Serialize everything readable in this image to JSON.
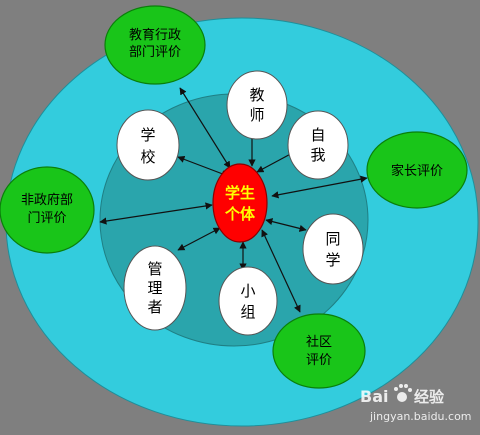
{
  "center": {
    "line1": "学生",
    "line2": "个体"
  },
  "inner_nodes": {
    "teacher": {
      "line1": "教",
      "line2": "师"
    },
    "self": {
      "line1": "自",
      "line2": "我"
    },
    "school": {
      "line1": "学",
      "line2": "校"
    },
    "peers": {
      "line1": "同",
      "line2": "学"
    },
    "group": {
      "line1": "小",
      "line2": "组"
    },
    "admin": {
      "line1": "管",
      "line2": "理",
      "line3": "者"
    }
  },
  "outer_nodes": {
    "education_dept": {
      "line1": "教育行政",
      "line2": "部门评价"
    },
    "parents": {
      "line1": "家长评价"
    },
    "ngo": {
      "line1": "非政府部",
      "line2": "门评价"
    },
    "community": {
      "line1": "社区",
      "line2": "评价"
    }
  },
  "watermark": {
    "brand": "Bai",
    "brand2": "经验",
    "url": "jingyan.baidu.com"
  },
  "colors": {
    "background": "#7f7f7f",
    "outer_ring": "#33ccdd",
    "inner_ring": "#2aa5ac",
    "center": "#ff0000",
    "center_text": "#ffff00",
    "outer_node": "#19c519",
    "inner_node": "#ffffff"
  }
}
